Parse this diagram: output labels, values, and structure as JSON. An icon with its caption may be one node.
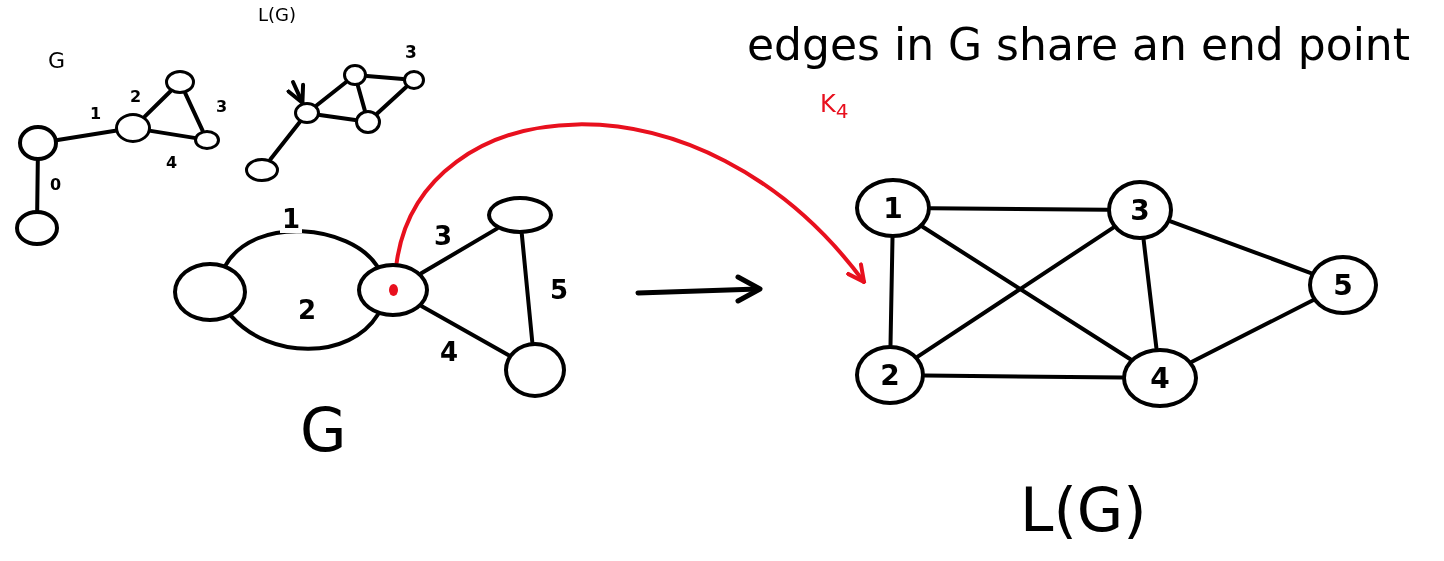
{
  "diagram": {
    "nodes": [
      {
        "text": [],
        "shape": "circle"
      },
      {
        "text": [],
        "shape": "circle"
      },
      {
        "text": [],
        "shape": "circle"
      },
      {
        "text": [],
        "shape": "circle"
      },
      {
        "text": [],
        "shape": "circle"
      },
      {
        "text": [],
        "shape": "circle"
      },
      {
        "text": [],
        "shape": "circle"
      },
      {
        "text": [],
        "shape": "circle"
      },
      {
        "text": [],
        "shape": "circle",
        "beside": [
          "3"
        ]
      },
      {
        "text": [],
        "shape": "circle"
      },
      {
        "text": [],
        "shape": "circle"
      },
      {
        "text": [],
        "shape": "circle"
      },
      {
        "text": [],
        "shape": "circle"
      },
      {
        "text": [],
        "shape": "circle"
      },
      {
        "text": [
          "1"
        ]
      },
      {
        "text": [
          "3"
        ]
      },
      {
        "text": [
          "5"
        ]
      },
      {
        "text": [
          "2"
        ]
      },
      {
        "text": [
          "4"
        ]
      }
    ],
    "edges": [
      {
        "from": 0,
        "to": 1,
        "arrow": "none",
        "label": "0"
      },
      {
        "from": 0,
        "to": 2,
        "arrow": "none",
        "label": "1"
      },
      {
        "from": 2,
        "to": 3,
        "arrow": "none",
        "label": "2"
      },
      {
        "from": 3,
        "to": 4,
        "arrow": "none",
        "label": "3"
      },
      {
        "from": 2,
        "to": 4,
        "arrow": "none",
        "label": "4"
      },
      {
        "from": 5,
        "to": 6,
        "arrow": "none"
      },
      {
        "from": 6,
        "to": 7,
        "arrow": "none"
      },
      {
        "from": 6,
        "to": 9,
        "arrow": "none"
      },
      {
        "from": 7,
        "to": 9,
        "arrow": "none"
      },
      {
        "from": 7,
        "to": 8,
        "arrow": "none"
      },
      {
        "from": 9,
        "to": 8,
        "arrow": "none"
      },
      {
        "from": null,
        "to": 6,
        "arrow": "to"
      },
      {
        "from": 10,
        "to": 11,
        "arrow": "none",
        "label": "1"
      },
      {
        "from": 10,
        "to": 11,
        "arrow": "none",
        "label": "2"
      },
      {
        "from": 11,
        "to": 12,
        "arrow": "none",
        "label": "3"
      },
      {
        "from": 11,
        "to": 13,
        "arrow": "none",
        "label": "4"
      },
      {
        "from": 12,
        "to": 13,
        "arrow": "none",
        "label": "5"
      },
      {
        "from": 11,
        "to": null,
        "arrow": "to",
        "color": "#e8101e"
      },
      {
        "from": 14,
        "to": 15,
        "arrow": "none"
      },
      {
        "from": 14,
        "to": 17,
        "arrow": "none"
      },
      {
        "from": 14,
        "to": 18,
        "arrow": "none"
      },
      {
        "from": 15,
        "to": 17,
        "arrow": "none"
      },
      {
        "from": 15,
        "to": 18,
        "arrow": "none"
      },
      {
        "from": 15,
        "to": 16,
        "arrow": "none"
      },
      {
        "from": 17,
        "to": 18,
        "arrow": "none"
      },
      {
        "from": 18,
        "to": 16,
        "arrow": "none"
      }
    ],
    "labels": [
      "L(G)",
      "edges in G share an end point",
      "G",
      "K$_{4}$",
      "G",
      "L(G)"
    ]
  }
}
